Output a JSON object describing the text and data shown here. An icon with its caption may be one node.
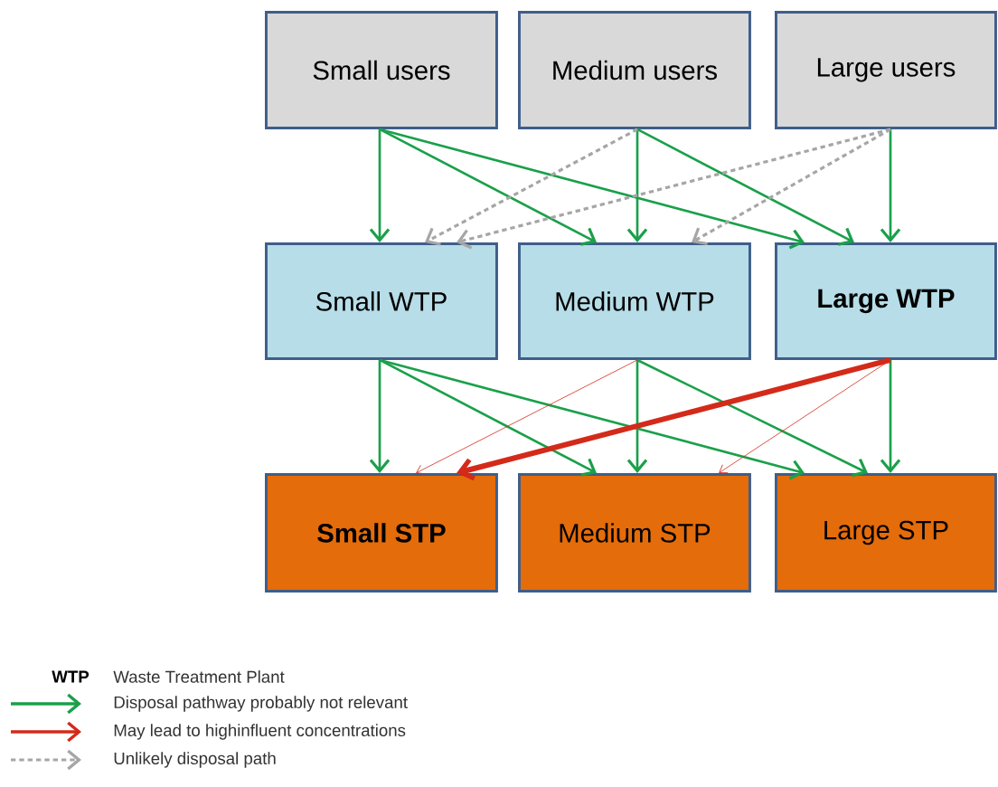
{
  "diagram": {
    "nodes": [
      {
        "text": [
          "Small users"
        ]
      },
      {
        "text": [
          "Medium users"
        ]
      },
      {
        "text": [
          "Large users"
        ]
      },
      {
        "text": [
          "Small WTP"
        ]
      },
      {
        "text": [
          "Medium WTP"
        ]
      },
      {
        "text": [
          "Large WTP"
        ]
      },
      {
        "text": [
          "Small STP"
        ]
      },
      {
        "text": [
          "Medium STP"
        ]
      },
      {
        "text": [
          "Large STP"
        ]
      }
    ],
    "edges": [
      {
        "from": 0,
        "to": 3,
        "arrow": "to"
      },
      {
        "from": 0,
        "to": 4,
        "arrow": "to"
      },
      {
        "from": 0,
        "to": 5,
        "arrow": "to"
      },
      {
        "from": 1,
        "to": 4,
        "arrow": "to"
      },
      {
        "from": 1,
        "to": 5,
        "arrow": "to"
      },
      {
        "from": 2,
        "to": 5,
        "arrow": "to"
      },
      {
        "from": 1,
        "to": 3,
        "arrow": "to",
        "style": "dashed",
        "color": "#a6a6a6"
      },
      {
        "from": 2,
        "to": 3,
        "arrow": "to",
        "style": "dashed",
        "color": "#a6a6a6"
      },
      {
        "from": 2,
        "to": 4,
        "arrow": "to",
        "style": "dashed",
        "color": "#a6a6a6"
      },
      {
        "from": 3,
        "to": 6,
        "arrow": "to"
      },
      {
        "from": 3,
        "to": 7,
        "arrow": "to"
      },
      {
        "from": 3,
        "to": 8,
        "arrow": "to"
      },
      {
        "from": 4,
        "to": 7,
        "arrow": "to"
      },
      {
        "from": 4,
        "to": 8,
        "arrow": "to"
      },
      {
        "from": 5,
        "to": 8,
        "arrow": "to"
      },
      {
        "from": 4,
        "to": 6,
        "arrow": "to",
        "color": "#d42a1a"
      },
      {
        "from": 5,
        "to": 7,
        "arrow": "to",
        "color": "#d42a1a"
      },
      {
        "from": 5,
        "to": 6,
        "arrow": "to",
        "style": "thick",
        "color": "#d42a1a"
      }
    ],
    "labels": [
      "WTP",
      "Waste Treatment Plant"
    ],
    "legend": [
      {
        "text": "Disposal pathway probably not relevant"
      },
      {
        "text": "May lead to highinfluent concentrations"
      },
      {
        "text": "Unlikely disposal path"
      }
    ]
  }
}
